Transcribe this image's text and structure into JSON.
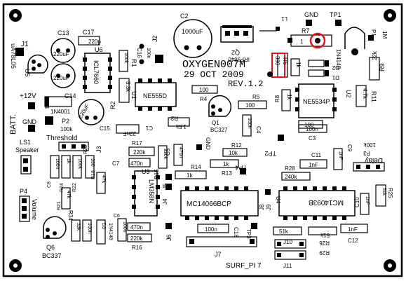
{
  "board": {
    "name": "OXYGEN007M",
    "date": "29 OCT 2009",
    "revision": "REV.1.2",
    "credit": "SURF_PI 7"
  },
  "colors": {
    "background": "#ffffff",
    "silkscreen": "#000000",
    "highlight": "#e0141e"
  },
  "labels": {
    "j1": "J1",
    "u5": "U5",
    "u5_part": "uA78L05",
    "c13": "C13",
    "c13_val": "220uF",
    "c14": "C14",
    "c14_val": "220uF",
    "c17": "C17",
    "c17_val": "220p",
    "u6": "U6",
    "u6_part": "ICL7660",
    "c16": "C16",
    "c16_val": "100n",
    "r1": "R1",
    "r1_val": "100k",
    "j2": "J2",
    "c2": "C2",
    "c2_val": "1000uF",
    "q2": "Q2",
    "q2_part": "IRF9640",
    "l1": "L1",
    "gnd_top": "GND",
    "tp1": "TP1",
    "r7": "R7",
    "r7_val": "1",
    "p1": "P1",
    "p1_val": "1M",
    "d_1n4148": "1N4148",
    "d1": "D1",
    "d2": "D2",
    "r9": "R9",
    "r9_val": "22k",
    "r6_val": "390",
    "r6": "R6",
    "r_1k": "1k",
    "u2": "U2",
    "u2_part": "NE5534P",
    "r11": "R11",
    "r11_val": "4.7k",
    "r10_val": "100",
    "c15": "C15",
    "c15_val": "220uF",
    "d4": "D4",
    "d4_part": "1N4001",
    "v12": "+12V",
    "batt": "BATT.",
    "gnd_left": "GND",
    "p2": "P2",
    "p2_val": "100k",
    "threshold": "Threshold",
    "r2": "R2",
    "r2_val": "3.3k",
    "u1": "U1",
    "u1_part": "NE555D",
    "r3": "R3",
    "r3_val": "1.5k",
    "r4": "R4",
    "r4_val": "100",
    "r5": "R5",
    "r5_val": "100",
    "r8": "R8",
    "r8_val": "1k",
    "q1": "Q1",
    "q1_part": "BC327",
    "c1": "C1",
    "c1_val": "22nF",
    "c4": "C4",
    "c4_val": "100n",
    "c3": "C3",
    "c3_val": "100n",
    "ls1": "LS1",
    "speaker": "Speaker",
    "j3": "J3",
    "r17": "R17",
    "r17_val": "220k",
    "c7": "C7",
    "c7_val": "470n",
    "c5": "C5",
    "c5_val": "470n",
    "r15_val": "120k",
    "r15": "R15",
    "r12": "R12",
    "r12_val": "10k",
    "r13": "R13",
    "r14": "R14",
    "r14_val": "1k",
    "gnd_mid": "GND",
    "tp2": "TP2",
    "tp4": "TP4",
    "tp3": "TP3",
    "c11": "C11",
    "c11_val": "1nF",
    "c9": "C9",
    "c9_val": "1nF",
    "p3": "P3",
    "p3_val": "100k",
    "delay": "Delay",
    "r28": "R28",
    "r28_val": "240k",
    "r25": "R25",
    "r25_val": "51k",
    "c10": "C10",
    "c10_val": "1nF",
    "r26": "R26",
    "r26_val": "51k",
    "r29": "R29",
    "c12": "C12",
    "c12_val": "1nF",
    "j10": "J10",
    "j11": "J11",
    "j6": "J6",
    "j7": "J7",
    "j5": "J5",
    "j4": "J4",
    "j8": "J8",
    "j9": "J9",
    "u4": "U4",
    "u4_part": "MC14093B",
    "u3_chip": "MC14066BCP",
    "u3": "U3",
    "u3_part": "LM358N",
    "c18": "C18",
    "c18_val": "100n",
    "c8": "C8",
    "c8_val": "100n",
    "r24": "R24",
    "r24_val": "1k",
    "r22": "R22",
    "r22_val": "100k",
    "r23": "R23",
    "r23_val": "390",
    "r18": "R18",
    "r18_val": "47k",
    "r21_val": "47k",
    "r21": "R21",
    "p4": "P4",
    "volume": "Volume",
    "r34": "R34",
    "q6": "Q6",
    "q6_part": "BC337",
    "r33_val": "33k",
    "c6_val": "100n",
    "d3": "D3",
    "d3_part": "1N4148",
    "c6": "C6",
    "c6b_val": "470n",
    "r16": "R16",
    "r16_val": "220k"
  }
}
